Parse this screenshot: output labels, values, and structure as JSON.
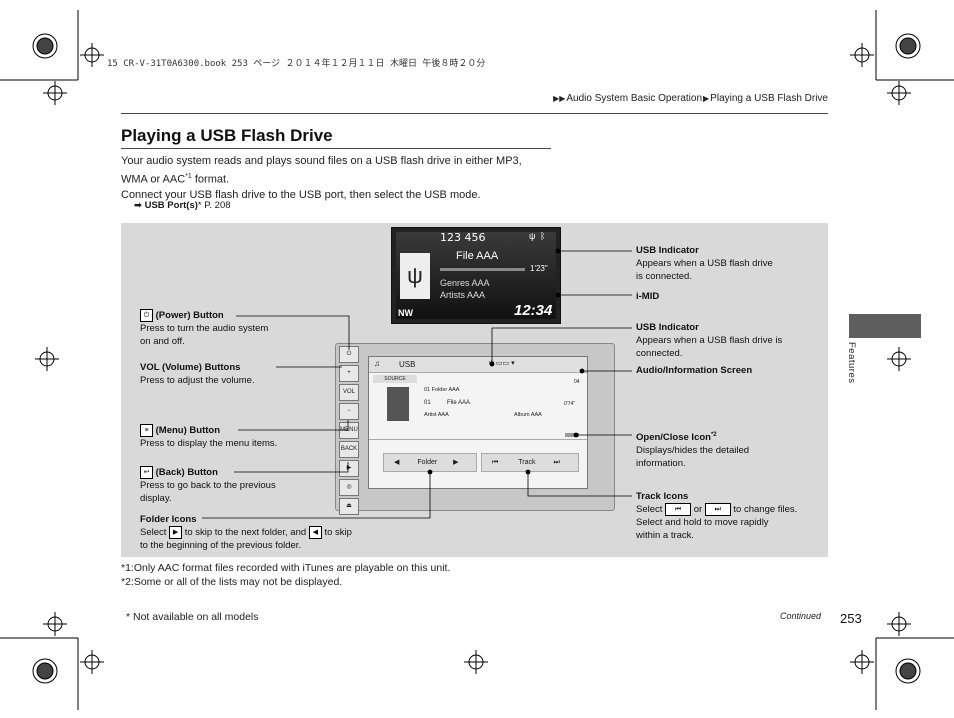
{
  "header_meta": "15 CR-V-31T0A6300.book 253 ページ ２０１４年１２月１１日 木曜日 午後８時２０分",
  "breadcrumb": {
    "part1": "Audio System Basic Operation",
    "part2": "Playing a USB Flash Drive"
  },
  "title": "Playing a USB Flash Drive",
  "intro": {
    "line1": "Your audio system reads and plays sound files on a USB flash drive in either MP3,",
    "line2a": "WMA or AAC",
    "line2sup": "*1",
    "line2b": " format.",
    "line3": "Connect your USB flash drive to the USB port, then select the USB mode."
  },
  "xref": {
    "label": "USB Port(s)",
    "star": "*",
    "page": " P. 208"
  },
  "imid": {
    "icons_row": "123  456",
    "file": "File AAA",
    "time": "1'23\"",
    "genres": "Genres AAA",
    "artists": "Artists AAA",
    "clock": "12:34",
    "nw": "NW"
  },
  "screen": {
    "header": "USB",
    "source": "SOURCE",
    "folder": "01 Folder AAA",
    "track_no": "01",
    "file": "File AAA",
    "artist": "Artist AAA",
    "album": "Album AAA",
    "elapsed": "04",
    "total": "0'74\"",
    "folder_btn": "Folder",
    "track_btn": "Track"
  },
  "labels": {
    "power": {
      "title": "(Power) Button",
      "desc1": "Press to turn the audio system",
      "desc2": "on and off."
    },
    "vol": {
      "title": "VOL (Volume) Buttons",
      "desc1": "Press to adjust the volume."
    },
    "menu": {
      "title": "(Menu) Button",
      "desc1": "Press to display the menu items."
    },
    "back": {
      "title": "(Back) Button",
      "desc1": "Press to go back to the previous",
      "desc2": "display."
    },
    "folder": {
      "title": "Folder Icons",
      "desc_a": "Select",
      "desc_b": "to skip to the next folder, and",
      "desc_c": "to skip",
      "desc2": "to the beginning of the previous folder."
    },
    "usb1": {
      "title": "USB Indicator",
      "desc1": "Appears when a USB flash drive",
      "desc2": "is connected."
    },
    "imid": {
      "title": "i-MID"
    },
    "usb2": {
      "title": "USB Indicator",
      "desc1": "Appears when a USB flash drive is",
      "desc2": "connected."
    },
    "ais": {
      "title": "Audio/Information Screen"
    },
    "openclose": {
      "title": "Open/Close Icon",
      "sup": "*2",
      "desc1": "Displays/hides the detailed",
      "desc2": "information."
    },
    "track": {
      "title": "Track Icons",
      "desc_a": "Select",
      "desc_or": "or",
      "desc_b": "to change files.",
      "desc2": "Select and hold to move rapidly",
      "desc3": "within a track."
    }
  },
  "footnotes": {
    "f1": "*1:Only AAC format files recorded with iTunes are playable on this unit.",
    "f2": "*2:Some or all of the lists may not be displayed."
  },
  "not_available": "* Not available on all models",
  "continued": "Continued",
  "side_label": "Features",
  "page_number": "253"
}
